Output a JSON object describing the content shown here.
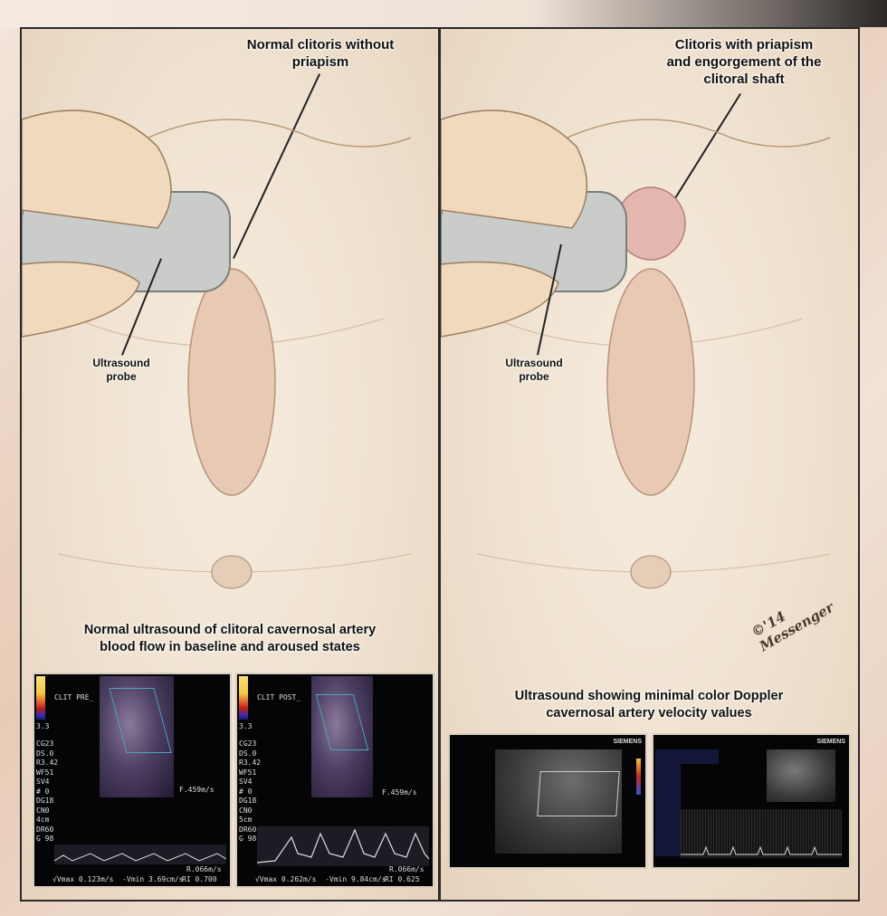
{
  "left_panel": {
    "title": "Normal clitoris without priapism",
    "title_lines": [
      "Normal clitoris without",
      "priapism"
    ],
    "probe_label_lines": [
      "Ultrasound",
      "probe"
    ],
    "ultrasound_caption_lines": [
      "Normal ultrasound of clitoral cavernosal artery",
      "blood flow in baseline and aroused states"
    ],
    "sonograms": [
      {
        "label": "CLIT PRE_",
        "scale_value": "3.3",
        "params": [
          "CG23",
          "DS.0",
          "R3.42",
          "WF51",
          "SV4",
          "# 0",
          "DG18",
          "CN0",
          "4cm",
          "DR60",
          "G 98"
        ],
        "freq": "F.459m/s",
        "range": "R.066m/s",
        "footer": "√Vmax 0.123m/s  -Vmin 3.69cm/s",
        "ri": "RI 0.700"
      },
      {
        "label": "CLIT POST_",
        "scale_value": "3.3",
        "params": [
          "CG23",
          "DS.0",
          "R3.42",
          "WF51",
          "SV4",
          "# 0",
          "DG18",
          "CN0",
          "5cm",
          "DR60",
          "G 98"
        ],
        "freq": "F.459m/s",
        "range": "R.066m/s",
        "footer": "√Vmax 0.262m/s  -Vmin 9.84cm/s",
        "ri": "RI 0.625"
      }
    ]
  },
  "right_panel": {
    "title": "Clitoris with priapism and engorgement of the clitoral shaft",
    "title_lines": [
      "Clitoris with priapism",
      "and engorgement of the",
      "clitoral shaft"
    ],
    "probe_label_lines": [
      "Ultrasound",
      "probe"
    ],
    "ultrasound_caption_lines": [
      "Ultrasound showing minimal color Doppler",
      "cavernosal artery velocity values"
    ],
    "sonograms": [
      {
        "brand": "SIEMENS"
      },
      {
        "brand": "SIEMENS"
      }
    ],
    "signature": "©'14 Messenger"
  },
  "colors": {
    "frame": "#2a2a2a",
    "skin": "#efe1cf",
    "sonogram_bg": "#050508",
    "roi_box": "#4aa6b9"
  }
}
